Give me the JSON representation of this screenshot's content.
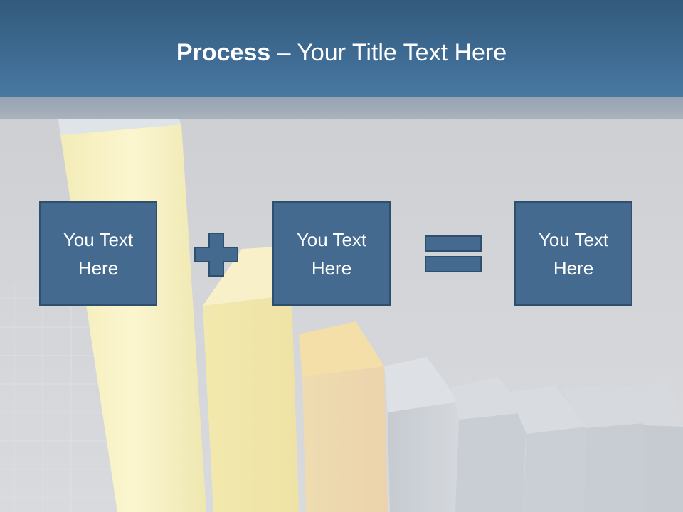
{
  "title": {
    "bold": "Process",
    "rest": " – Your Title Text Here"
  },
  "boxes": [
    {
      "label": "You Text Here"
    },
    {
      "label": "You Text Here"
    },
    {
      "label": "You Text Here"
    }
  ],
  "operators": [
    "plus-icon",
    "equals-icon"
  ],
  "colors": {
    "title_bar": "#3e6a92",
    "box_fill": "#446a90",
    "box_border": "#2f4f6f",
    "background": "#cfd1d5"
  }
}
